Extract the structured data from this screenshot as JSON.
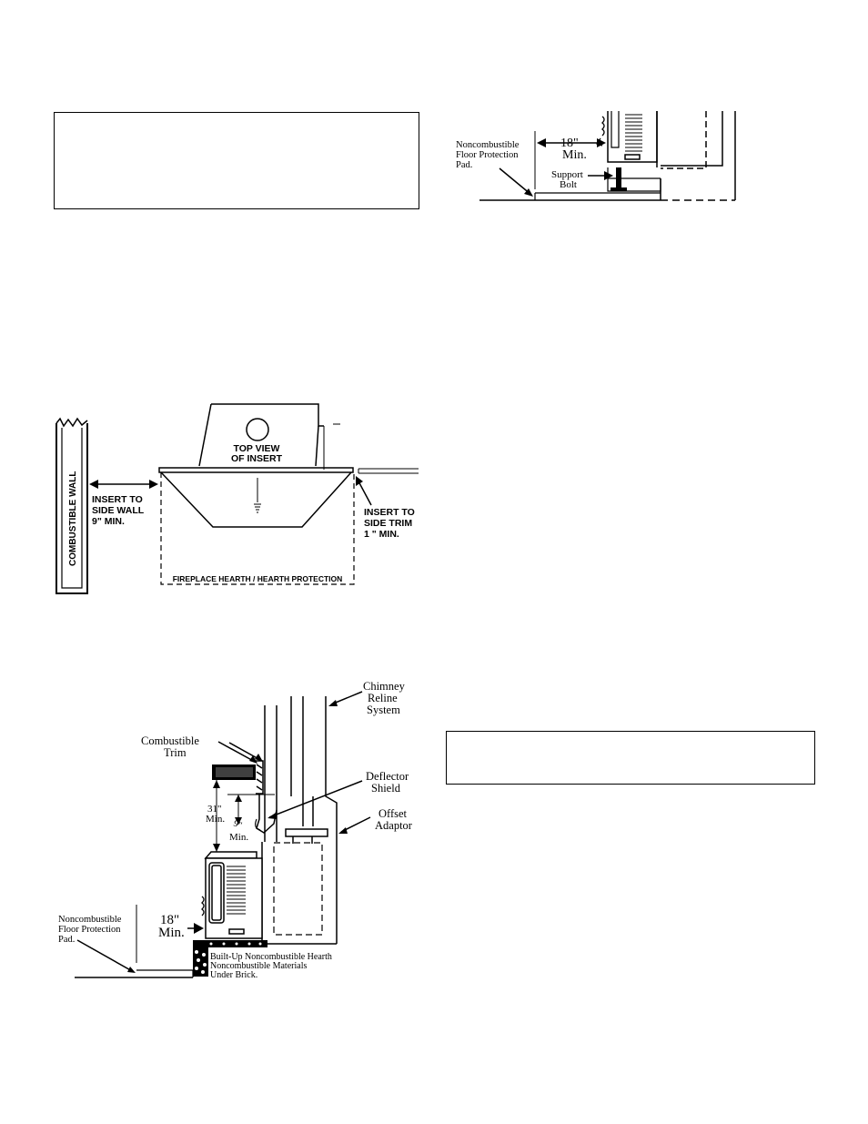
{
  "colors": {
    "ink": "#000000",
    "paper": "#ffffff"
  },
  "boxes": {
    "top_left": "",
    "bottom_right": ""
  },
  "fig_top_view": {
    "wall_label": "COMBUSTIBLE WALL",
    "insert_label_1": "TOP VIEW",
    "insert_label_2": "OF INSERT",
    "side_wall_1": "INSERT TO",
    "side_wall_2": "SIDE WALL",
    "side_wall_3": "9\" MIN.",
    "side_trim_1": "INSERT TO",
    "side_trim_2": "SIDE TRIM",
    "side_trim_3": "1 \" MIN.",
    "hearth_label": "FIREPLACE HEARTH / HEARTH PROTECTION"
  },
  "fig_side_view": {
    "chimney_1": "Chimney",
    "chimney_2": "Reline",
    "chimney_3": "System",
    "trim_1": "Combustible",
    "trim_2": "Trim",
    "deflector_1": "Deflector",
    "deflector_2": "Shield",
    "offset_1": "Offset",
    "offset_2": "Adaptor",
    "dim31_1": "31\"",
    "dim31_2": "Min.",
    "dim9_1": "9\"",
    "dim9_2": "Min.",
    "pad_1": "Noncombustible",
    "pad_2": "Floor Protection",
    "pad_3": "Pad.",
    "dim18_1": "18\"",
    "dim18_2": "Min.",
    "hearth_1": "Built-Up Noncombustible Hearth",
    "hearth_2": "Noncombustible Materials",
    "hearth_3": "Under Brick."
  },
  "fig_bolt_view": {
    "pad_1": "Noncombustible",
    "pad_2": "Floor Protection",
    "pad_3": "Pad.",
    "dim18_1": "18\"",
    "dim18_2": "Min.",
    "bolt_1": "Support",
    "bolt_2": "Bolt"
  }
}
